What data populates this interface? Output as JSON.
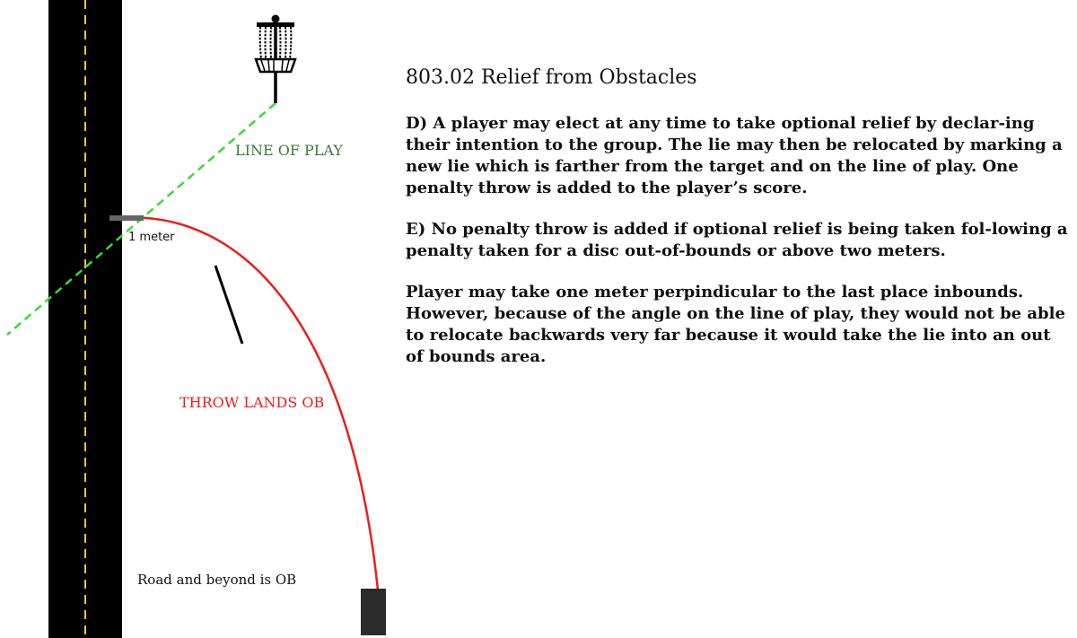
{
  "diagram": {
    "labels": {
      "line_of_play": "LINE OF PLAY",
      "one_meter": "1 meter",
      "throw_lands_ob": "THROW LANDS OB",
      "road_ob": "Road and beyond is OB"
    },
    "colors": {
      "road": "#000000",
      "road_center_line": "#e8c547",
      "line_of_play": "#33dd33",
      "line_of_play_label": "#3a7a3a",
      "throw_path": "#ee1c1c",
      "throw_label": "#ee1c1c",
      "one_meter_marker": "#666666",
      "obstacle": "#000000",
      "tee_pad": "#2b2b2b"
    },
    "icons": {
      "target": "disc-golf-basket-icon"
    }
  },
  "rule": {
    "title": "803.02 Relief from Obstacles",
    "paragraphs": [
      "D) A player may elect at any time to take optional relief by declar-ing their intention to the group. The lie may then be relocated by marking a new lie which is farther from the target and on the line of play. One penalty throw is added to the player’s score.",
      "E) No penalty throw is added if optional relief is being taken fol-lowing a penalty taken for a disc out-of-bounds or above two meters.",
      "Player may take one meter perpindicular to the last place inbounds. However, because of the angle on the line of play, they would not be able to relocate backwards very far because it would take the lie into an out of bounds area."
    ]
  }
}
